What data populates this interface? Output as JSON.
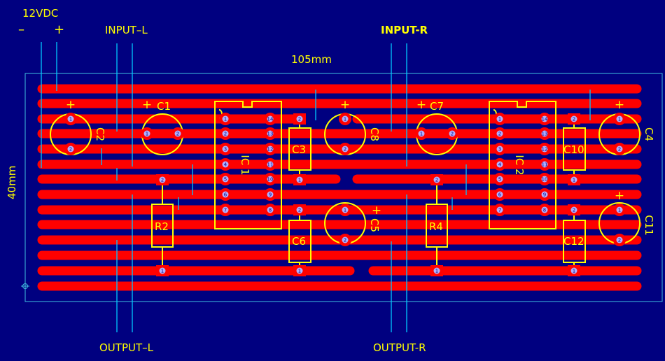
{
  "labels": {
    "power": "12VDC",
    "minus": "–",
    "plus": "+",
    "input_left": "INPUT–L",
    "input_right": "INPUT-R",
    "output_left": "OUTPUT–L",
    "output_right": "OUTPUT-R",
    "board_width": "105mm",
    "board_height": "40mm"
  },
  "components": {
    "ic1": "IC 1",
    "ic2": "IC 2",
    "c1": "C1",
    "c2": "C2",
    "c3": "C3",
    "c4": "C4",
    "c5": "C5",
    "c6": "C6",
    "c7": "C7",
    "c8": "C8",
    "c10": "C10",
    "c11": "C11",
    "c12": "C12",
    "r2": "R2",
    "r4": "R4"
  },
  "pin_numbers": {
    "left": [
      "1",
      "2",
      "3",
      "4",
      "5",
      "6",
      "7"
    ],
    "right": [
      "14",
      "13",
      "12",
      "11",
      "10",
      "9",
      "8"
    ],
    "cap": [
      "1",
      "2"
    ]
  },
  "polarity": {
    "plus": "+"
  },
  "colors": {
    "background": "#000080",
    "trace": "#ff0000",
    "silkscreen": "#ffff00",
    "wire": "#00c8ff",
    "pad": "#b0b0ff",
    "outline": "#40c0e0"
  }
}
